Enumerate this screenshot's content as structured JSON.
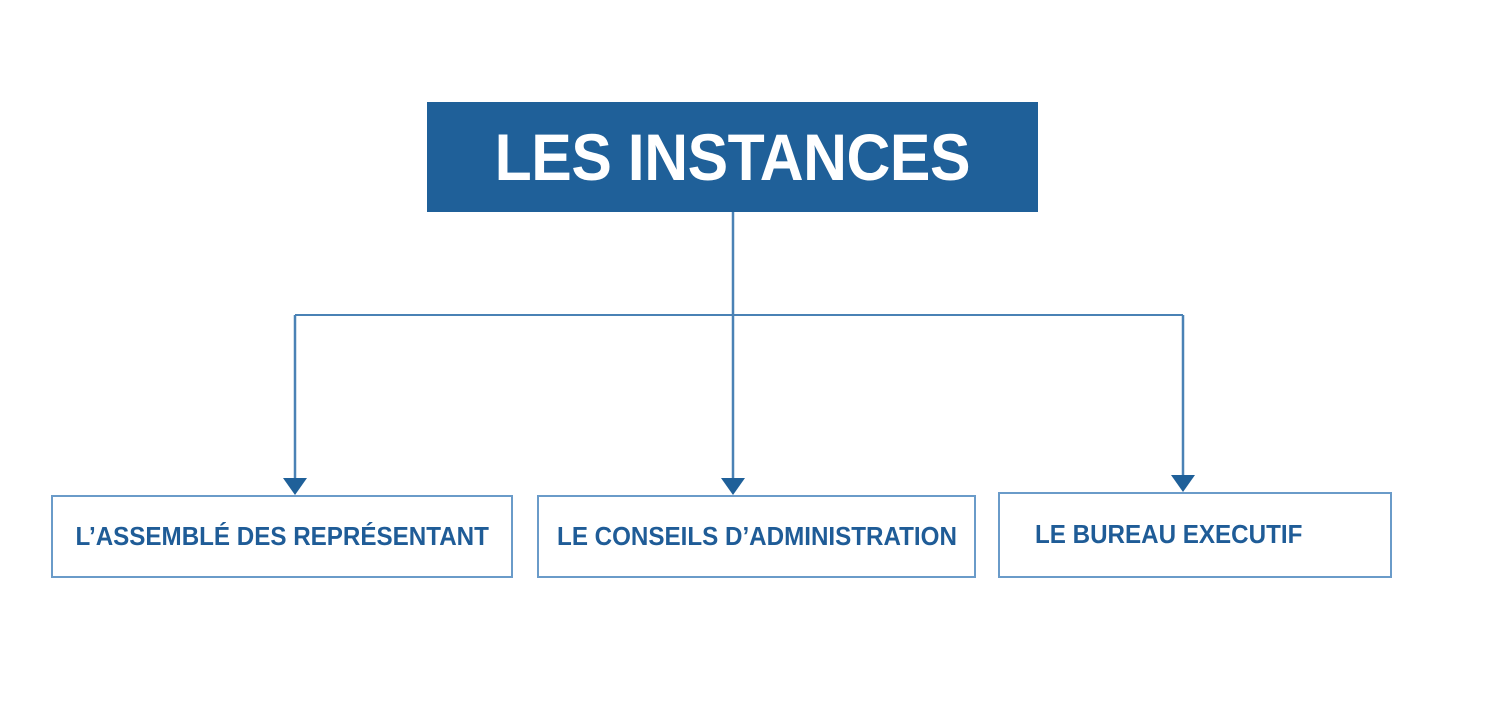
{
  "diagram": {
    "type": "organizational-hierarchy",
    "background_color": "#FFFFFF",
    "accent_color": "#1F6099",
    "line_color": "#4A82B5",
    "border_color": "#6A9BC9",
    "text_color": "#1F5C97",
    "root": {
      "label": "LES INSTANCES",
      "text_color": "#FFFFFF",
      "fill_color": "#1F6099"
    },
    "children": [
      {
        "id": "assemblee",
        "label": "L’ASSEMBLÉ DES REPRÉSENTANT"
      },
      {
        "id": "conseils",
        "label": "LE CONSEILS D’ADMINISTRATION"
      },
      {
        "id": "bureau",
        "label": "LE BUREAU EXECUTIF"
      }
    ]
  }
}
